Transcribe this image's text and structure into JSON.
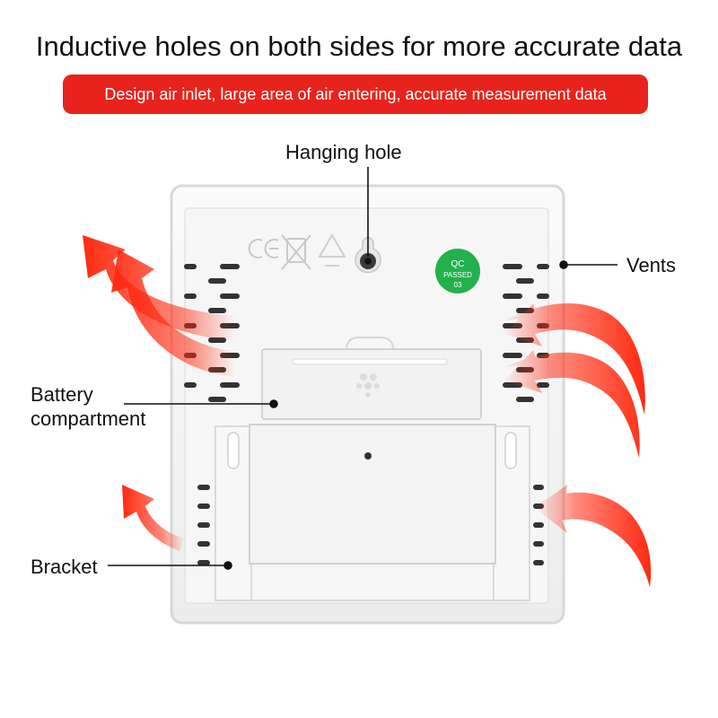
{
  "headline": "Inductive holes on both sides for more accurate data",
  "banner": {
    "text": "Design air inlet, large area of air entering, accurate measurement data",
    "color": "#e8231d"
  },
  "labels": {
    "hanging_hole": "Hanging hole",
    "vents": "Vents",
    "battery_line1": "Battery",
    "battery_line2": "compartment",
    "bracket": "Bracket"
  },
  "qc_badge": {
    "line1": "QC",
    "line2": "PASSED",
    "line3": "03",
    "color": "#22b14c"
  },
  "device": {
    "body_color": "#f4f4f4",
    "edge_color": "#d8d8d8",
    "vent_color": "#333333"
  },
  "arrow_color": "#ff2a10",
  "icons": [
    "ce-mark-icon",
    "weee-bin-icon",
    "recycle-icon",
    "hanging-hole-icon"
  ]
}
